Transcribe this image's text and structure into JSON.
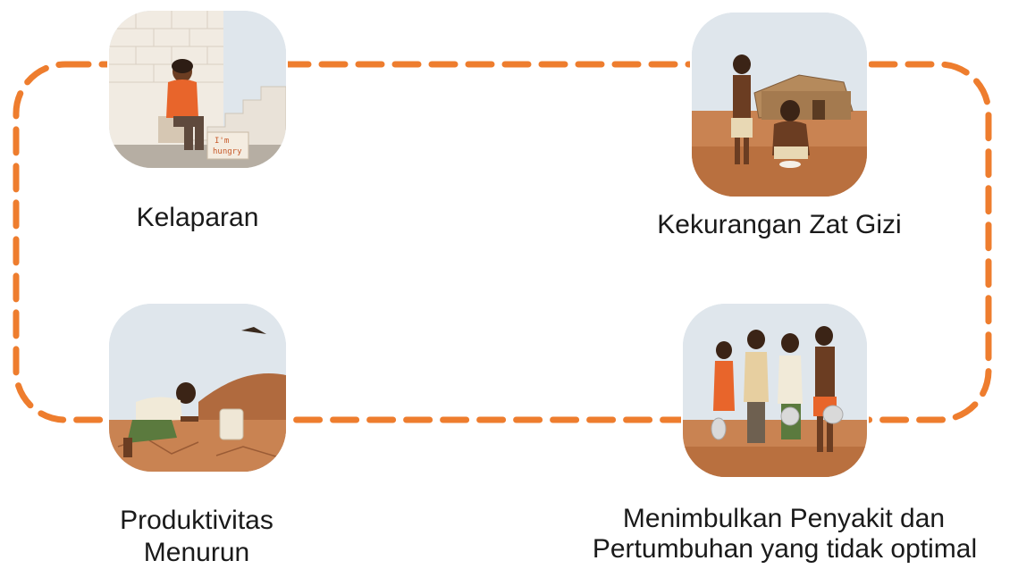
{
  "diagram": {
    "accent_color": "#ee7d2e",
    "nodes": [
      {
        "id": "kelaparan",
        "label": "Kelaparan",
        "illustration": "person-sitting-on-steps-hungry-sign",
        "sign_text_line1": "I'm",
        "sign_text_line2": "hungry"
      },
      {
        "id": "kekurangan",
        "label": "Kekurangan Zat Gizi",
        "illustration": "children-near-huts"
      },
      {
        "id": "produktivitas",
        "label_line1": "Produktivitas",
        "label_line2": "Menurun",
        "illustration": "farmer-on-dry-soil"
      },
      {
        "id": "penyakit",
        "label_line1": "Menimbulkan Penyakit dan",
        "label_line2": "Pertumbuhan yang tidak optimal",
        "illustration": "children-queue-with-plates"
      }
    ]
  }
}
